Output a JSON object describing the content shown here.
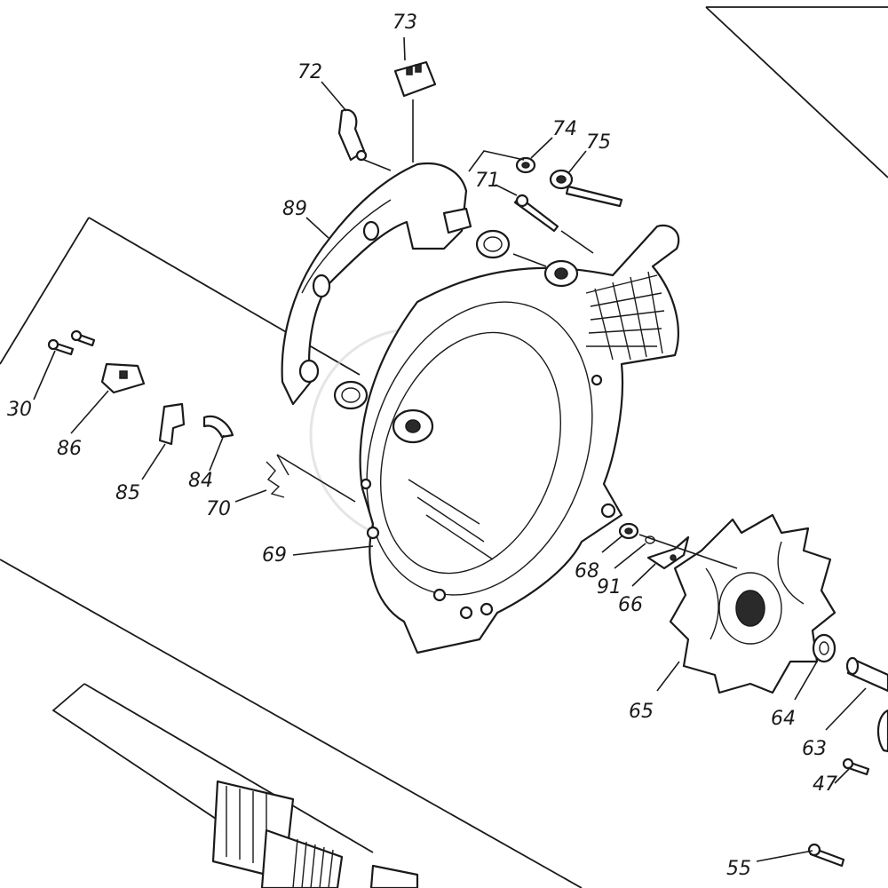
{
  "diagram": {
    "callouts": [
      {
        "id": "73",
        "label": "73"
      },
      {
        "id": "72",
        "label": "72"
      },
      {
        "id": "74",
        "label": "74"
      },
      {
        "id": "75",
        "label": "75"
      },
      {
        "id": "71",
        "label": "71"
      },
      {
        "id": "89",
        "label": "89"
      },
      {
        "id": "30",
        "label": "30"
      },
      {
        "id": "86",
        "label": "86"
      },
      {
        "id": "85",
        "label": "85"
      },
      {
        "id": "84",
        "label": "84"
      },
      {
        "id": "70",
        "label": "70"
      },
      {
        "id": "69",
        "label": "69"
      },
      {
        "id": "68",
        "label": "68"
      },
      {
        "id": "91",
        "label": "91"
      },
      {
        "id": "66",
        "label": "66"
      },
      {
        "id": "65",
        "label": "65"
      },
      {
        "id": "64",
        "label": "64"
      },
      {
        "id": "63",
        "label": "63"
      },
      {
        "id": "47",
        "label": "47"
      },
      {
        "id": "55",
        "label": "55"
      }
    ]
  }
}
